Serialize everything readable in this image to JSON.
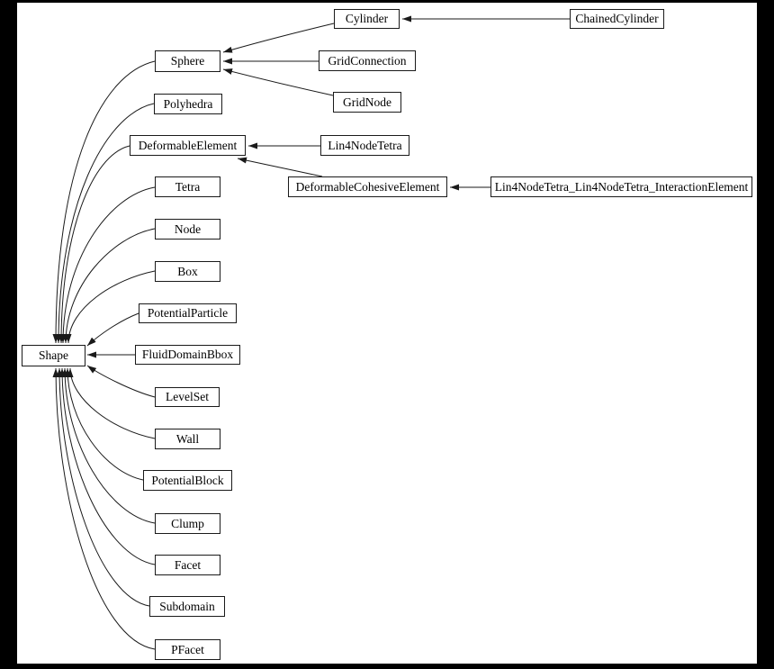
{
  "diagram": {
    "type": "class-inheritance-graph",
    "colors": {
      "page_background": "#000000",
      "canvas_background": "#ffffff",
      "node_fill": "#ffffff",
      "node_border": "#1a1a1a",
      "edge_stroke": "#1a1a1a",
      "text": "#000000"
    },
    "nodes": [
      {
        "id": "shape",
        "label": "Shape"
      },
      {
        "id": "sphere",
        "label": "Sphere"
      },
      {
        "id": "polyhedra",
        "label": "Polyhedra"
      },
      {
        "id": "deformable_element",
        "label": "DeformableElement"
      },
      {
        "id": "tetra",
        "label": "Tetra"
      },
      {
        "id": "node",
        "label": "Node"
      },
      {
        "id": "box",
        "label": "Box"
      },
      {
        "id": "potential_particle",
        "label": "PotentialParticle"
      },
      {
        "id": "fluid_domain_bbox",
        "label": "FluidDomainBbox"
      },
      {
        "id": "level_set",
        "label": "LevelSet"
      },
      {
        "id": "wall",
        "label": "Wall"
      },
      {
        "id": "potential_block",
        "label": "PotentialBlock"
      },
      {
        "id": "clump",
        "label": "Clump"
      },
      {
        "id": "facet",
        "label": "Facet"
      },
      {
        "id": "subdomain",
        "label": "Subdomain"
      },
      {
        "id": "pfacet",
        "label": "PFacet"
      },
      {
        "id": "cylinder",
        "label": "Cylinder"
      },
      {
        "id": "chained_cylinder",
        "label": "ChainedCylinder"
      },
      {
        "id": "grid_connection",
        "label": "GridConnection"
      },
      {
        "id": "grid_node",
        "label": "GridNode"
      },
      {
        "id": "lin4_node_tetra",
        "label": "Lin4NodeTetra"
      },
      {
        "id": "deformable_cohesive_element",
        "label": "DeformableCohesiveElement"
      },
      {
        "id": "lin4_interaction",
        "label": "Lin4NodeTetra_Lin4NodeTetra_InteractionElement"
      }
    ],
    "edges": [
      {
        "from": "Sphere",
        "to": "Shape"
      },
      {
        "from": "Polyhedra",
        "to": "Shape"
      },
      {
        "from": "DeformableElement",
        "to": "Shape"
      },
      {
        "from": "Tetra",
        "to": "Shape"
      },
      {
        "from": "Node",
        "to": "Shape"
      },
      {
        "from": "Box",
        "to": "Shape"
      },
      {
        "from": "PotentialParticle",
        "to": "Shape"
      },
      {
        "from": "FluidDomainBbox",
        "to": "Shape"
      },
      {
        "from": "LevelSet",
        "to": "Shape"
      },
      {
        "from": "Wall",
        "to": "Shape"
      },
      {
        "from": "PotentialBlock",
        "to": "Shape"
      },
      {
        "from": "Clump",
        "to": "Shape"
      },
      {
        "from": "Facet",
        "to": "Shape"
      },
      {
        "from": "Subdomain",
        "to": "Shape"
      },
      {
        "from": "PFacet",
        "to": "Shape"
      },
      {
        "from": "Cylinder",
        "to": "Sphere"
      },
      {
        "from": "GridConnection",
        "to": "Sphere"
      },
      {
        "from": "GridNode",
        "to": "Sphere"
      },
      {
        "from": "ChainedCylinder",
        "to": "Cylinder"
      },
      {
        "from": "Lin4NodeTetra",
        "to": "DeformableElement"
      },
      {
        "from": "DeformableCohesiveElement",
        "to": "DeformableElement"
      },
      {
        "from": "Lin4NodeTetra_Lin4NodeTetra_InteractionElement",
        "to": "DeformableCohesiveElement"
      }
    ]
  }
}
